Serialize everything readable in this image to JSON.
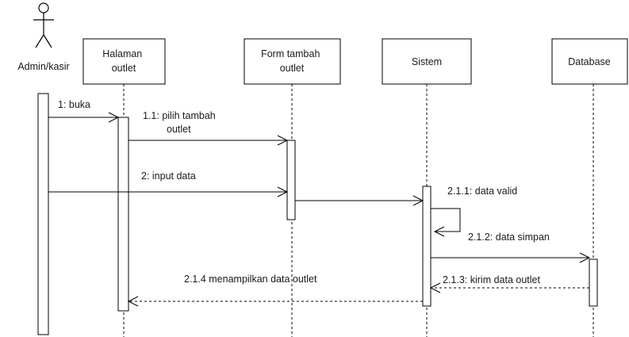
{
  "participants": [
    {
      "id": "admin",
      "label": [
        "Admin/kasir"
      ],
      "kind": "actor"
    },
    {
      "id": "halaman",
      "label": [
        "Halaman",
        "outlet"
      ],
      "kind": "box"
    },
    {
      "id": "form",
      "label": [
        "Form tambah",
        "outlet"
      ],
      "kind": "box"
    },
    {
      "id": "sistem",
      "label": [
        "Sistem"
      ],
      "kind": "box"
    },
    {
      "id": "database",
      "label": [
        "Database"
      ],
      "kind": "box"
    }
  ],
  "messages": [
    {
      "label": [
        "1: buka"
      ],
      "from": "admin",
      "to": "halaman",
      "style": "sync"
    },
    {
      "label": [
        "1.1: pilih tambah",
        "outlet"
      ],
      "from": "halaman",
      "to": "form",
      "style": "sync"
    },
    {
      "label": [
        "2: input data"
      ],
      "from": "admin",
      "to": "form",
      "style": "sync"
    },
    {
      "label": [],
      "from": "form",
      "to": "sistem",
      "style": "sync"
    },
    {
      "label": [
        "2.1.1: data valid"
      ],
      "from": "sistem",
      "to": "sistem",
      "style": "self"
    },
    {
      "label": [
        "2.1.2: data simpan"
      ],
      "from": "sistem",
      "to": "database",
      "style": "sync"
    },
    {
      "label": [
        "2.1.3: kirim data outlet"
      ],
      "from": "database",
      "to": "sistem",
      "style": "return"
    },
    {
      "label": [
        "2.1.4 menampilkan data outlet"
      ],
      "from": "sistem",
      "to": "halaman",
      "style": "return"
    }
  ]
}
